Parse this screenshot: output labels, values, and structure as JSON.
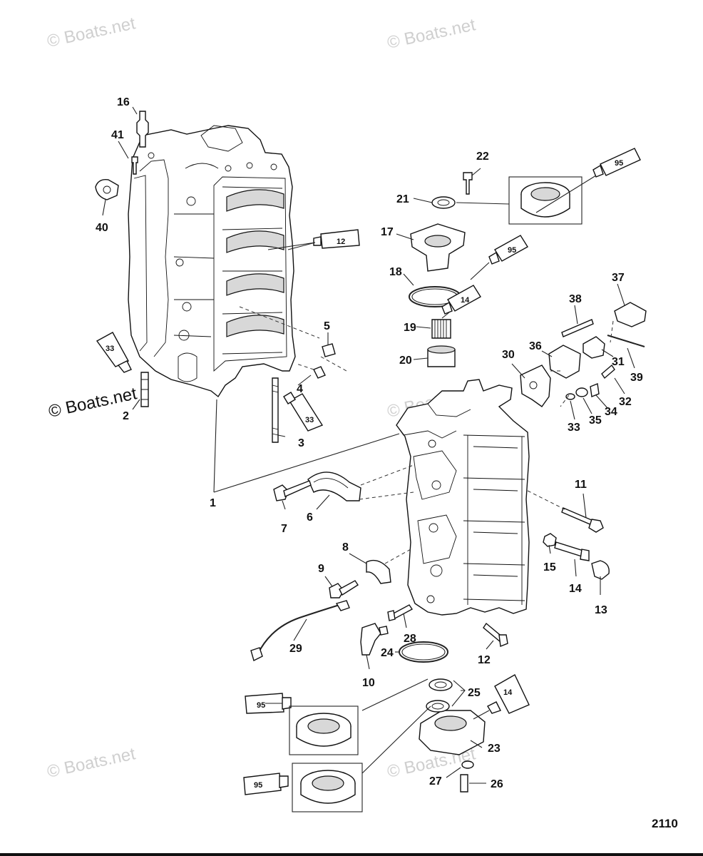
{
  "watermarks": [
    "© Boats.net",
    "© Boats.net",
    "© Boats.net",
    "© Boats.net",
    "© Boats.net",
    "© Boats.net",
    "© Boats.net"
  ],
  "diagram_number": "2110",
  "callouts": [
    "1",
    "2",
    "3",
    "4",
    "5",
    "6",
    "7",
    "8",
    "9",
    "10",
    "11",
    "12",
    "13",
    "14",
    "15",
    "16",
    "17",
    "18",
    "19",
    "20",
    "21",
    "22",
    "23",
    "24",
    "25",
    "26",
    "27",
    "28",
    "29",
    "30",
    "31",
    "32",
    "33",
    "34",
    "35",
    "36",
    "37",
    "38",
    "39",
    "40",
    "41"
  ],
  "tube_labels": [
    "95",
    "12",
    "95",
    "14",
    "33",
    "33",
    "95",
    "14",
    "95"
  ]
}
